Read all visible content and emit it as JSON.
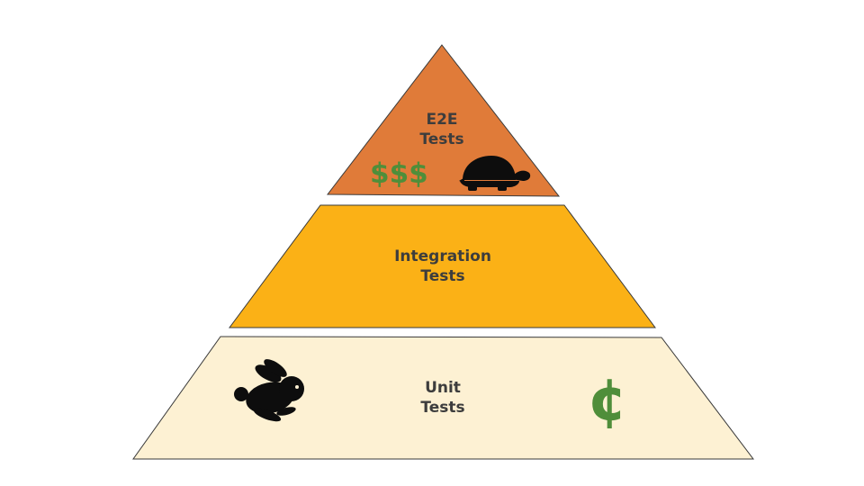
{
  "diagram": {
    "tiers": [
      {
        "id": "e2e",
        "label_line1": "E2E",
        "label_line2": "Tests",
        "fill": "#e07b39",
        "cost_text": "$$$",
        "speed_icon": "turtle-icon"
      },
      {
        "id": "integration",
        "label_line1": "Integration",
        "label_line2": "Tests",
        "fill": "#fbb116"
      },
      {
        "id": "unit",
        "label_line1": "Unit",
        "label_line2": "Tests",
        "fill": "#fdf1d3",
        "cost_text": "¢",
        "speed_icon": "rabbit-icon"
      }
    ],
    "money_color": "#4f8e3a",
    "outline_color": "#3a3a3a",
    "icon_color": "#0d0d0d"
  }
}
